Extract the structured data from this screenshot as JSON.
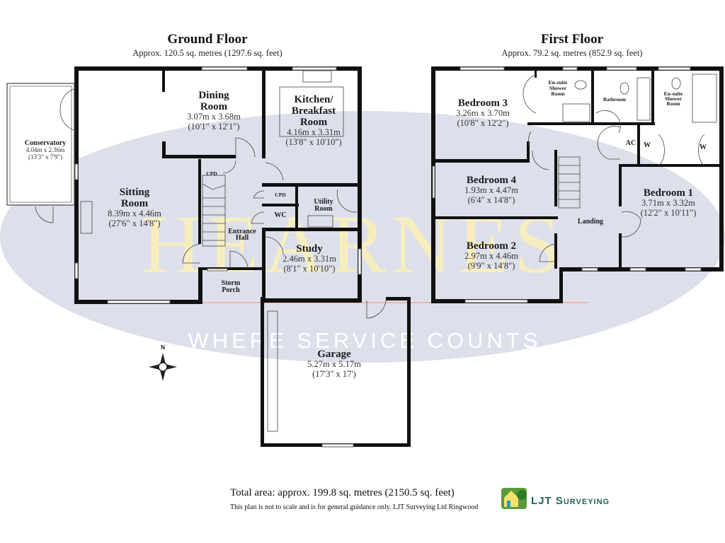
{
  "ground_floor": {
    "title": "Ground Floor",
    "area": "Approx. 120.5 sq. metres (1297.6 sq. feet)",
    "rooms": {
      "conservatory": {
        "name": "Conservatory",
        "metric": "4.04m x 2.36m",
        "imperial": "(13'3\" x 7'9\")"
      },
      "dining": {
        "name1": "Dining",
        "name2": "Room",
        "metric": "3.07m x 3.68m",
        "imperial": "(10'1\" x 12'1\")"
      },
      "kitchen": {
        "name1": "Kitchen/",
        "name2": "Breakfast",
        "name3": "Room",
        "metric": "4.16m x 3.31m",
        "imperial": "(13'8\" x 10'10\")"
      },
      "sitting": {
        "name1": "Sitting",
        "name2": "Room",
        "metric": "8.39m x 4.46m",
        "imperial": "(27'6\" x 14'8\")"
      },
      "cpd1": {
        "name": "CPD"
      },
      "cpd2": {
        "name": "CPD"
      },
      "wc": {
        "name": "WC"
      },
      "utility": {
        "name1": "Utility",
        "name2": "Room"
      },
      "entrance": {
        "name1": "Entrance",
        "name2": "Hall"
      },
      "study": {
        "name": "Study",
        "metric": "2.46m x 3.31m",
        "imperial": "(8'1\" x 10'10\")"
      },
      "porch": {
        "name1": "Storm",
        "name2": "Porch"
      },
      "garage": {
        "name": "Garage",
        "metric": "5.27m x 5.17m",
        "imperial": "(17'3\" x 17')"
      }
    }
  },
  "first_floor": {
    "title": "First Floor",
    "area": "Approx. 79.2 sq. metres (852.9 sq. feet)",
    "rooms": {
      "bedroom3": {
        "name": "Bedroom 3",
        "metric": "3.26m x 3.70m",
        "imperial": "(10'8\" x 12'2\")"
      },
      "ensuite1": {
        "name1": "En-suite",
        "name2": "Shower",
        "name3": "Room"
      },
      "bathroom": {
        "name": "Bathroom"
      },
      "ensuite2": {
        "name1": "En-suite",
        "name2": "Shower",
        "name3": "Room"
      },
      "ac": {
        "name": "AC"
      },
      "w1": {
        "name": "W"
      },
      "w2": {
        "name": "W"
      },
      "bedroom4": {
        "name": "Bedroom 4",
        "metric": "1.93m x 4.47m",
        "imperial": "(6'4\" x 14'8\")"
      },
      "bedroom1": {
        "name": "Bedroom 1",
        "metric": "3.71m x 3.32m",
        "imperial": "(12'2\" x 10'11\")"
      },
      "landing": {
        "name": "Landing"
      },
      "bedroom2": {
        "name": "Bedroom 2",
        "metric": "2.97m x 4.46m",
        "imperial": "(9'9\" x 14'8\")"
      }
    }
  },
  "watermark": {
    "brand": "HEARNES",
    "tagline": "WHERE SERVICE COUNTS"
  },
  "compass": {
    "north": "N"
  },
  "footer": {
    "total": "Total area: approx. 199.8 sq. metres (2150.5 sq. feet)",
    "note": "This plan is not to scale and is for general guidance only. LJT Surveying Ltd Ringwood",
    "logo_text": "LJT Surveying"
  },
  "colors": {
    "wall": "#111111",
    "watermark_bg": "#dde0ea",
    "watermark_text": "#f7eec0",
    "logo": "#1f5f5a"
  }
}
